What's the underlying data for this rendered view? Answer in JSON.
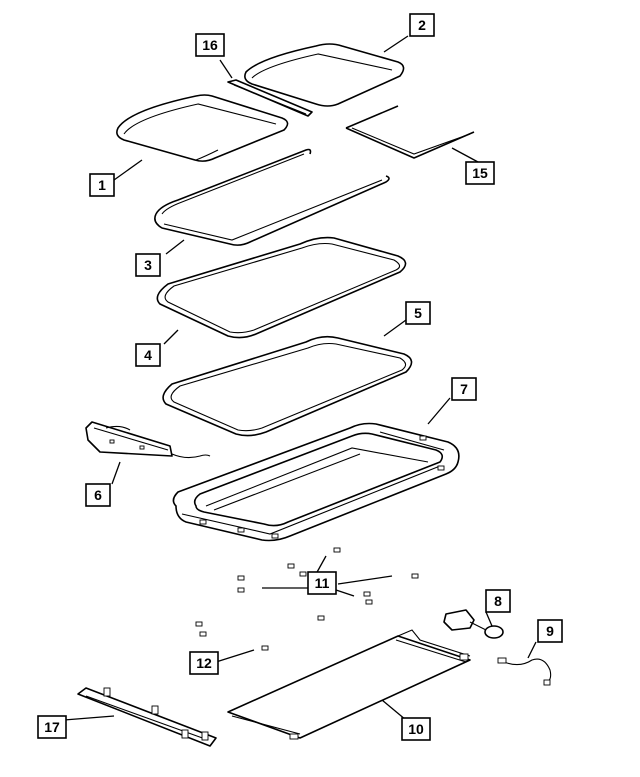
{
  "diagram": {
    "type": "exploded-parts-diagram",
    "callouts": [
      {
        "id": "1",
        "label": "1"
      },
      {
        "id": "2",
        "label": "2"
      },
      {
        "id": "3",
        "label": "3"
      },
      {
        "id": "4",
        "label": "4"
      },
      {
        "id": "5",
        "label": "5"
      },
      {
        "id": "6",
        "label": "6"
      },
      {
        "id": "7",
        "label": "7"
      },
      {
        "id": "8",
        "label": "8"
      },
      {
        "id": "9",
        "label": "9"
      },
      {
        "id": "10",
        "label": "10"
      },
      {
        "id": "11",
        "label": "11"
      },
      {
        "id": "12",
        "label": "12"
      },
      {
        "id": "15",
        "label": "15"
      },
      {
        "id": "16",
        "label": "16"
      },
      {
        "id": "17",
        "label": "17"
      }
    ]
  }
}
